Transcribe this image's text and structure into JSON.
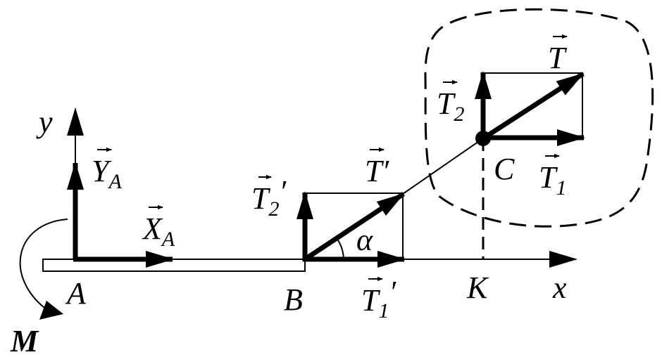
{
  "labels": {
    "point_a": "A",
    "point_b": "B",
    "point_c": "C",
    "point_k": "K",
    "axis_x": "x",
    "axis_y": "y",
    "moment": "M",
    "angle": "α",
    "force_ya": {
      "symbol": "Y",
      "sub": "A"
    },
    "force_xa": {
      "symbol": "X",
      "sub": "A"
    },
    "force_t": {
      "symbol": "T"
    },
    "force_t1": {
      "symbol": "T",
      "sub": "1"
    },
    "force_t2": {
      "symbol": "T",
      "sub": "2"
    },
    "force_tprime": {
      "symbol": "T",
      "prime": "′"
    },
    "force_t1prime": {
      "symbol": "T",
      "sub": "1",
      "prime": "′"
    },
    "force_t2prime": {
      "symbol": "T",
      "sub": "2",
      "prime": "′"
    }
  },
  "colors": {
    "ink": "#000000",
    "background": "#ffffff"
  },
  "icons": [
    "arrow-head",
    "vector-arrow-accent",
    "moment-arc-arrow"
  ]
}
